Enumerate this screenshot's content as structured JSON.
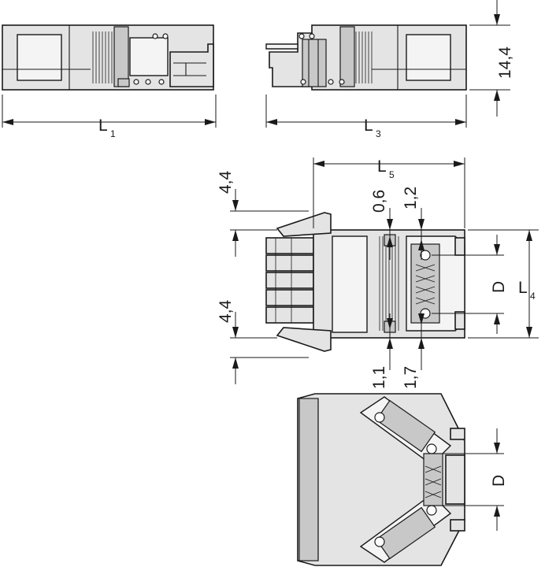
{
  "dimensions": {
    "l1": {
      "main": "L",
      "sub": "1"
    },
    "l3": {
      "main": "L",
      "sub": "3"
    },
    "l4": {
      "main": "L",
      "sub": "4"
    },
    "l5": {
      "main": "L",
      "sub": "5"
    },
    "height": "14,4",
    "pitch_top": "4,4",
    "pitch_bottom": "4,4",
    "gap_top_a": "0,6",
    "gap_top_b": "1,2",
    "gap_bottom_a": "1,1",
    "gap_bottom_b": "1,7",
    "d_upper": "D",
    "d_lower": "D"
  }
}
